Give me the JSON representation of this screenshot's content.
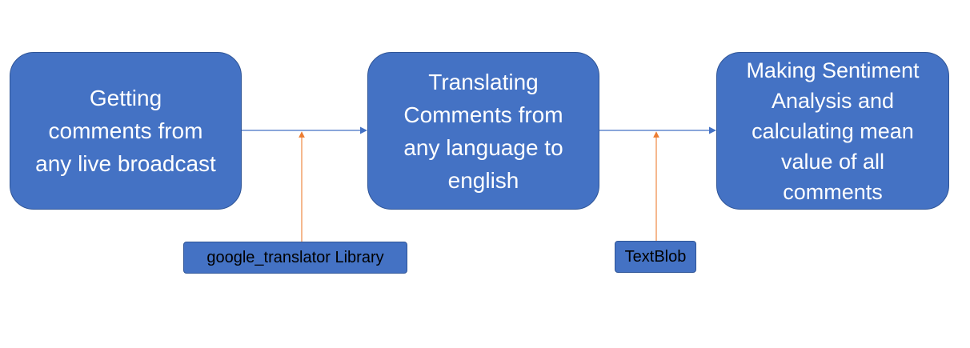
{
  "colors": {
    "box_fill": "#4472c4",
    "box_border": "#2f5597",
    "box_text": "#ffffff",
    "tag_text": "#000000",
    "flow_arrow": "#4472c4",
    "tool_arrow": "#ed7d31"
  },
  "diagram": {
    "steps": [
      {
        "lines": [
          "Getting",
          "comments from",
          "any live broadcast"
        ]
      },
      {
        "lines": [
          "Translating",
          "Comments from",
          "any language to",
          "english"
        ]
      },
      {
        "lines": [
          "Making Sentiment",
          "Analysis and",
          "calculating mean",
          "value of all",
          "comments"
        ]
      }
    ],
    "tools": [
      {
        "label": "google_translator Library"
      },
      {
        "label": "TextBlob"
      }
    ]
  }
}
